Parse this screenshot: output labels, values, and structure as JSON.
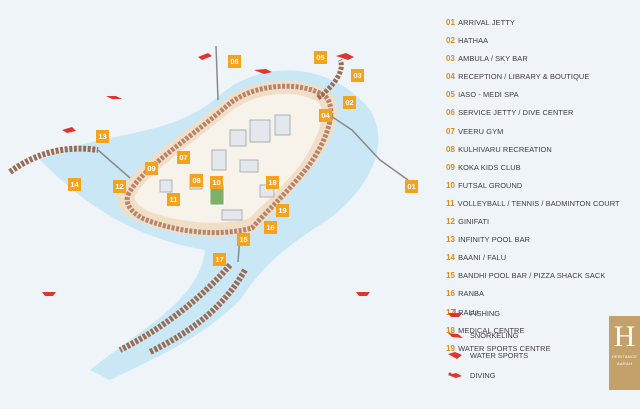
{
  "legend": [
    {
      "num": "01",
      "label": "ARRIVAL JETTY"
    },
    {
      "num": "02",
      "label": "HATHAA"
    },
    {
      "num": "03",
      "label": "AMBULA / SKY BAR"
    },
    {
      "num": "04",
      "label": "RECEPTION / LIBRARY & BOUTIQUE"
    },
    {
      "num": "05",
      "label": "IASO - MEDI SPA"
    },
    {
      "num": "06",
      "label": "SERVICE JETTY / DIVE CENTER"
    },
    {
      "num": "07",
      "label": "VEERU GYM"
    },
    {
      "num": "08",
      "label": "KULHIVARU RECREATION"
    },
    {
      "num": "09",
      "label": "KOKA KIDS CLUB"
    },
    {
      "num": "10",
      "label": "FUTSAL GROUND"
    },
    {
      "num": "11",
      "label": "VOLLEYBALL / TENNIS / BADMINTON COURT"
    },
    {
      "num": "12",
      "label": "GINIFATI"
    },
    {
      "num": "13",
      "label": "INFINITY POOL BAR"
    },
    {
      "num": "14",
      "label": "BAANI / FALU"
    },
    {
      "num": "15",
      "label": "BANDHI POOL BAR / PIZZA SHACK SACK"
    },
    {
      "num": "16",
      "label": "RANBA"
    },
    {
      "num": "17",
      "label": "RALU"
    },
    {
      "num": "18",
      "label": "MEDICAL CENTRE"
    },
    {
      "num": "19",
      "label": "WATER SPORTS CENTRE"
    }
  ],
  "activities": [
    {
      "label": "FISHING",
      "icon": "fishing-boat-icon"
    },
    {
      "label": "SNORKELING",
      "icon": "snorkel-fin-icon"
    },
    {
      "label": "WATER SPORTS",
      "icon": "jet-ski-icon"
    },
    {
      "label": "DIVING",
      "icon": "diver-icon"
    }
  ],
  "logo": {
    "letter": "H",
    "line1": "HERITANCE",
    "line2": "AARAH"
  },
  "map_labels": [
    "01",
    "02",
    "03",
    "04",
    "05",
    "06",
    "07",
    "08",
    "09",
    "10",
    "11",
    "12",
    "13",
    "14",
    "15",
    "16",
    "17",
    "18",
    "19"
  ],
  "colors": {
    "accent": "#f5a21d",
    "lagoon": "#8ccde8",
    "beach": "#f3e9d8",
    "island": "#c88c6e",
    "activity": "#e0352b"
  }
}
